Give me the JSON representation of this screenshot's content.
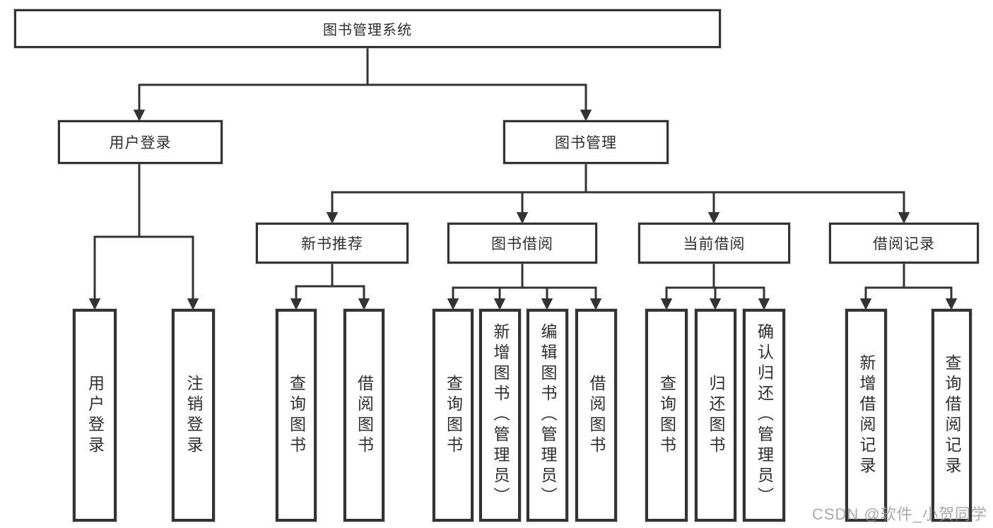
{
  "diagram": {
    "root": {
      "label": "图书管理系统"
    },
    "branches": [
      {
        "label": "用户登录",
        "children": [
          {
            "label": "用户登录"
          },
          {
            "label": "注销登录"
          }
        ]
      },
      {
        "label": "图书管理",
        "sections": [
          {
            "label": "新书推荐",
            "children": [
              {
                "label": "查询图书"
              },
              {
                "label": "借阅图书"
              }
            ]
          },
          {
            "label": "图书借阅",
            "children": [
              {
                "label": "查询图书"
              },
              {
                "label": "新增图书（管理员）"
              },
              {
                "label": "编辑图书（管理员）"
              },
              {
                "label": "借阅图书"
              }
            ]
          },
          {
            "label": "当前借阅",
            "children": [
              {
                "label": "查询图书"
              },
              {
                "label": "归还图书"
              },
              {
                "label": "确认归还（管理员）"
              }
            ]
          },
          {
            "label": "借阅记录",
            "children": [
              {
                "label": "新增借阅记录"
              },
              {
                "label": "查询借阅记录"
              }
            ]
          }
        ]
      }
    ],
    "watermark": "CSDN @软件_小贺同学",
    "colors": {
      "line": "#333333",
      "box_border": "#333333",
      "box_fill": "#ffffff",
      "text": "#2f2f2f",
      "watermark": "#949494"
    }
  }
}
